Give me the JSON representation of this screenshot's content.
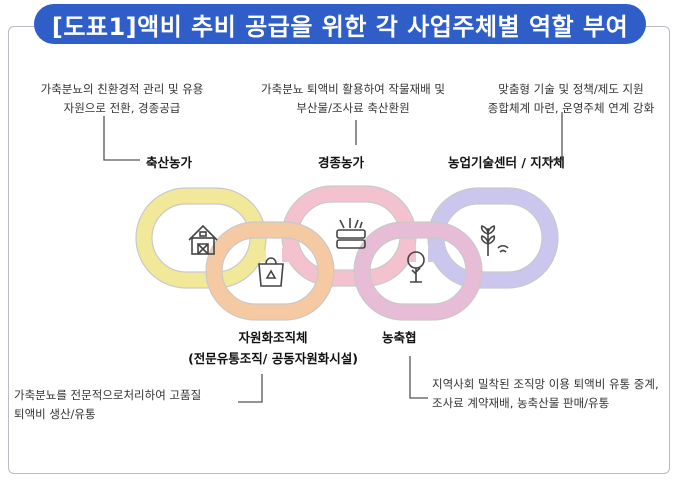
{
  "title": "[도표1]액비 추비 공급을 위한 각 사업주체별 역할 부여",
  "actors": {
    "livestock_farm": {
      "label": "축산농가",
      "desc": [
        "가축분뇨의 친환경적 관리 및 유용",
        "자원으로 전환, 경종공급"
      ]
    },
    "crop_farm": {
      "label": "경종농가",
      "desc": [
        "가축분뇨 퇴액비 활용하여 작물재배 및",
        "부산물/조사료 축산환원"
      ]
    },
    "tech_center": {
      "label": "농업기술센터 / 지자체",
      "desc": [
        "맞춤형 기술 및 정책/제도 지원",
        "종합체계 마련, 운영주체 연계 강화"
      ]
    },
    "resource_org": {
      "label": "자원화조직체",
      "sublabel": "(전문유통조직/ 공동자원화시설)",
      "desc": [
        "가축분뇨를 전문적으로처리하여 고품질",
        "퇴액비 생산/유통"
      ]
    },
    "coop": {
      "label": "농축협",
      "desc": [
        "지역사회 밀착된 조직망 이용 퇴액비 유통 중계,",
        "조사료 계약재배, 농축산물 판매/유통"
      ]
    }
  },
  "chain_icons": [
    "barn-icon",
    "recycle-bag-icon",
    "crop-field-icon",
    "tree-icon",
    "wheat-signal-icon"
  ],
  "colors": {
    "banner": "#2f5ec8",
    "link_yellow": "#f2e89a",
    "link_orange": "#f5c9a1",
    "link_pink": "#f4c1cf",
    "link_mauve": "#e7bcd7",
    "link_lavender": "#cbc6ee"
  }
}
